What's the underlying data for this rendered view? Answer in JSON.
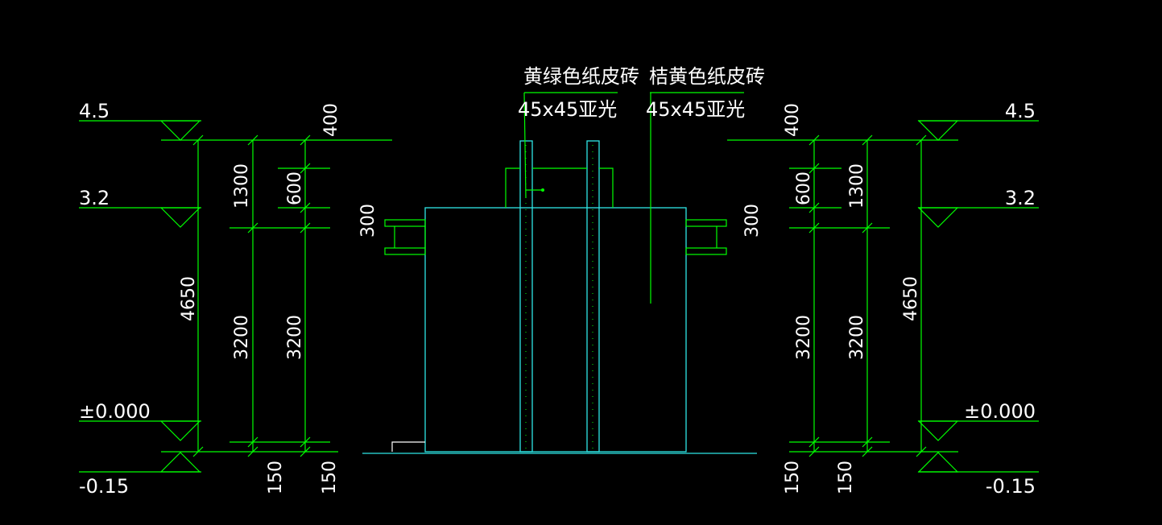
{
  "annotations": {
    "left_tile_name": "黄绿色纸皮砖",
    "left_tile_size": "45x45亚光",
    "right_tile_name": "桔黄色纸皮砖",
    "right_tile_size": "45x45亚光"
  },
  "levels": {
    "top": "4.5",
    "mid": "3.2",
    "zero": "±0.000",
    "ground": "-0.15"
  },
  "dimensions": {
    "d400": "400",
    "d1300": "1300",
    "d600": "600",
    "d300": "300",
    "d4650": "4650",
    "d3200": "3200",
    "d150": "150"
  },
  "colors": {
    "line": "#00ff00",
    "outline": "#2ee6e6",
    "text": "#ffffff",
    "background": "#000000"
  }
}
